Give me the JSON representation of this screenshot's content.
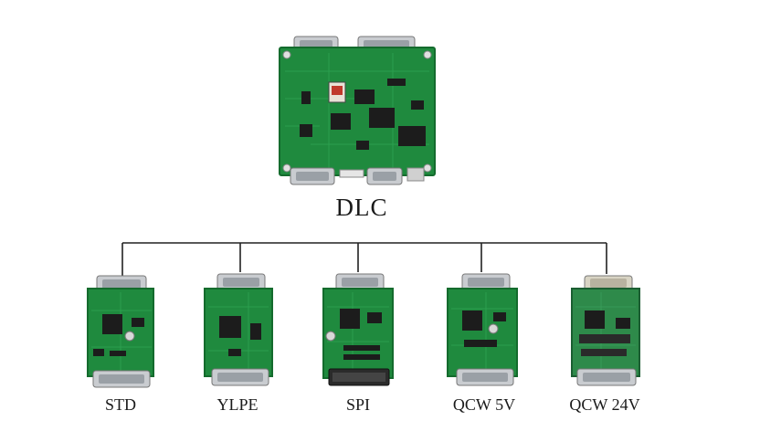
{
  "main_board": {
    "label": "DLC"
  },
  "adapters": [
    {
      "label": "STD"
    },
    {
      "label": "YLPE"
    },
    {
      "label": "SPI"
    },
    {
      "label": "QCW 5V"
    },
    {
      "label": "QCW 24V"
    }
  ],
  "colors": {
    "pcb_green": "#1f8a3e",
    "pcb_dark": "#146b2d",
    "connector_silver": "#c9ccd0",
    "chip_black": "#1c1c1c",
    "line": "#222222"
  }
}
